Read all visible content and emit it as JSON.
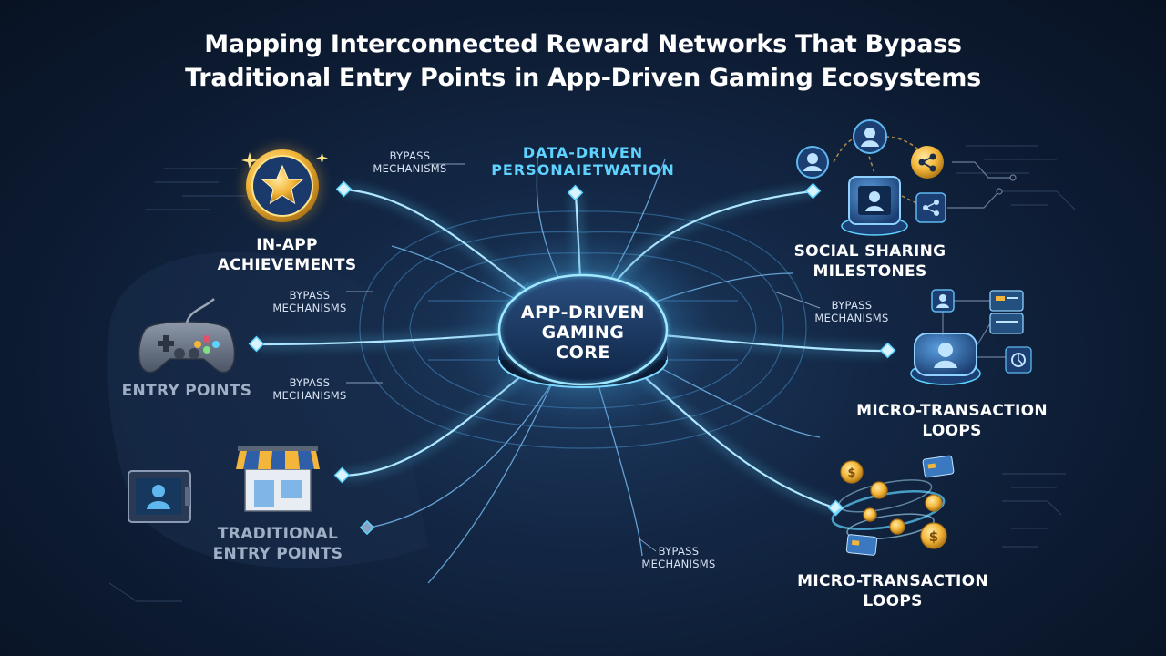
{
  "title": {
    "line1": "Mapping Interconnected Reward Networks That Bypass",
    "line2": "Traditional Entry Points in App-Driven Gaming Ecosystems"
  },
  "core": {
    "line1": "APP-DRIVEN",
    "line2": "GAMING",
    "line3": "CORE"
  },
  "data_driven": {
    "line1": "DATA-DRIVEN",
    "line2": "PERSONAIETWATION"
  },
  "nodes": {
    "achievements": {
      "line1": "IN-APP",
      "line2": "ACHIEVEMENTS"
    },
    "entry_points": {
      "label": "ENTRY POINTS"
    },
    "traditional": {
      "line1": "TRADITIONAL",
      "line2": "ENTRY POINTS"
    },
    "social": {
      "line1": "SOCIAL SHARING",
      "line2": "MILESTONES"
    },
    "micro_1": {
      "line1": "MICRO-TRANSACTION",
      "line2": "LOOPS"
    },
    "micro_2": {
      "line1": "MICRO-TRANSACTION",
      "line2": "LOOPS"
    }
  },
  "bypass": {
    "top_left": {
      "line1": "BYPASS",
      "line2": "MECHANISMS"
    },
    "mid_left": {
      "line1": "BYPASS",
      "line2": "MECHANISMS"
    },
    "low_left": {
      "line1": "BYPASS",
      "line2": "MECHANISMS"
    },
    "right": {
      "line1": "BYPASS",
      "line2": "MECHANISMS"
    },
    "bottom": {
      "line1": "BYPASS",
      "line2": "MECHANISMS"
    }
  },
  "colors": {
    "background": "#0c1a30",
    "glow": "#5fd3ff",
    "line": "#7fc8ff",
    "gold": "#f3b63a",
    "icon_blue": "#2f6fb3"
  },
  "icons": [
    "star-medal-icon",
    "gamepad-icon",
    "storefront-icon",
    "screen-user-icon",
    "user-icon",
    "share-icon",
    "profile-card-icon",
    "coin-icon",
    "credit-card-icon",
    "gear-icon"
  ]
}
